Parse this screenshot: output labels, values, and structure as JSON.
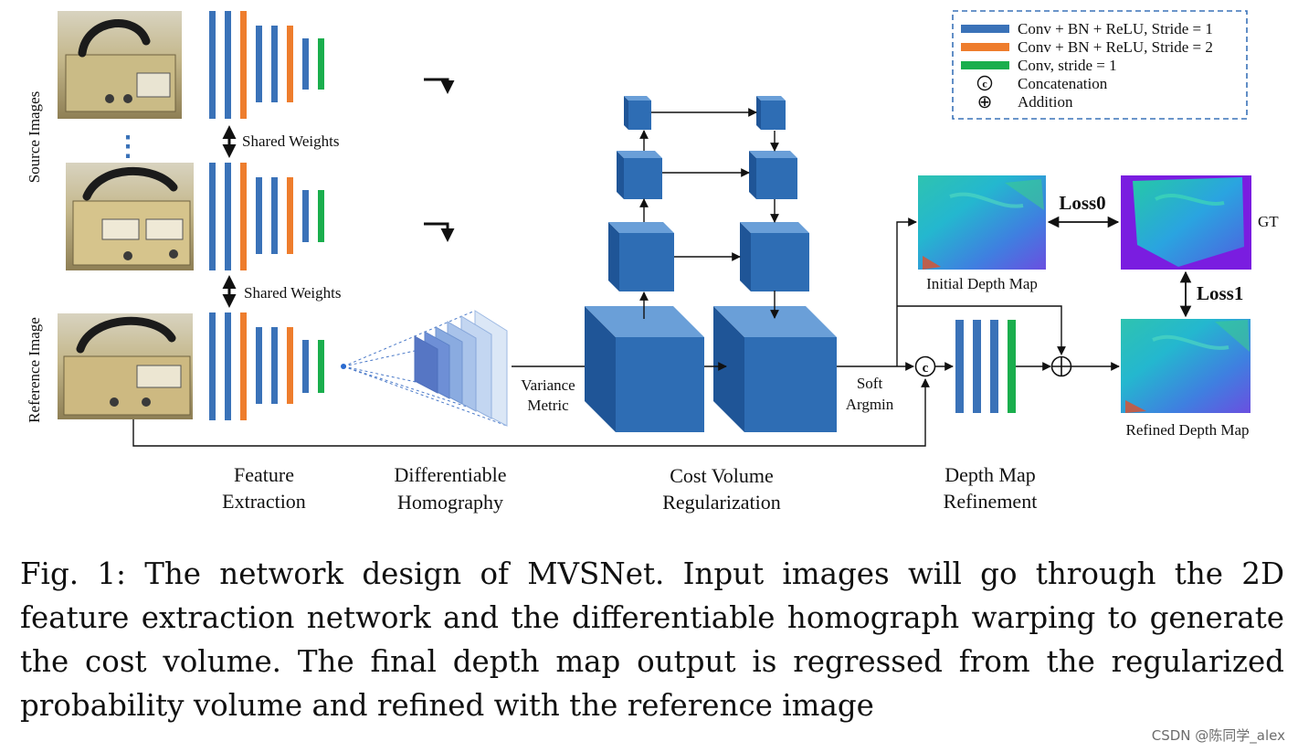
{
  "legend": {
    "items": [
      {
        "label": "Conv + BN + ReLU, Stride = 1",
        "color": "#3a72b8"
      },
      {
        "label": "Conv + BN + ReLU, Stride = 2",
        "color": "#ee7d2d"
      },
      {
        "label": "Conv, stride = 1",
        "color": "#1aae4d"
      }
    ],
    "concat_symbol": "c",
    "concat_label": "Concatenation",
    "add_symbol": "⊕",
    "add_label": "Addition"
  },
  "inputs": {
    "source_images": "Source Images",
    "reference_image": "Reference Image",
    "shared_weights_1": "Shared Weights",
    "shared_weights_2": "Shared Weights",
    "dots": "⋮"
  },
  "cost_volume": {
    "variance_line1": "Variance",
    "variance_line2": "Metric",
    "soft_line1": "Soft",
    "soft_line2": "Argmin"
  },
  "outputs": {
    "initial_depth": "Initial Depth Map",
    "refined_depth": "Refined Depth Map",
    "gt": "GT",
    "loss0": "Loss0",
    "loss1": "Loss1"
  },
  "stages": {
    "feature_l1": "Feature",
    "feature_l2": "Extraction",
    "homography_l1": "Differentiable",
    "homography_l2": "Homography",
    "regularization_l1": "Cost Volume",
    "regularization_l2": "Regularization",
    "refinement_l1": "Depth Map",
    "refinement_l2": "Refinement"
  },
  "caption": "Fig. 1: The network design of MVSNet. Input images will go through the 2D feature extraction network and the differentiable homograph warping to generate the cost volume. The final depth map output is regressed from the regularized probability volume and refined with the reference image",
  "watermark": "CSDN @陈同学_alex",
  "colors": {
    "blue": "#3a72b8",
    "orange": "#ee7d2d",
    "green": "#1aae4d",
    "cube_front": "#2e6db4",
    "cube_top": "#6a9fd8",
    "cube_side": "#1f5597"
  }
}
